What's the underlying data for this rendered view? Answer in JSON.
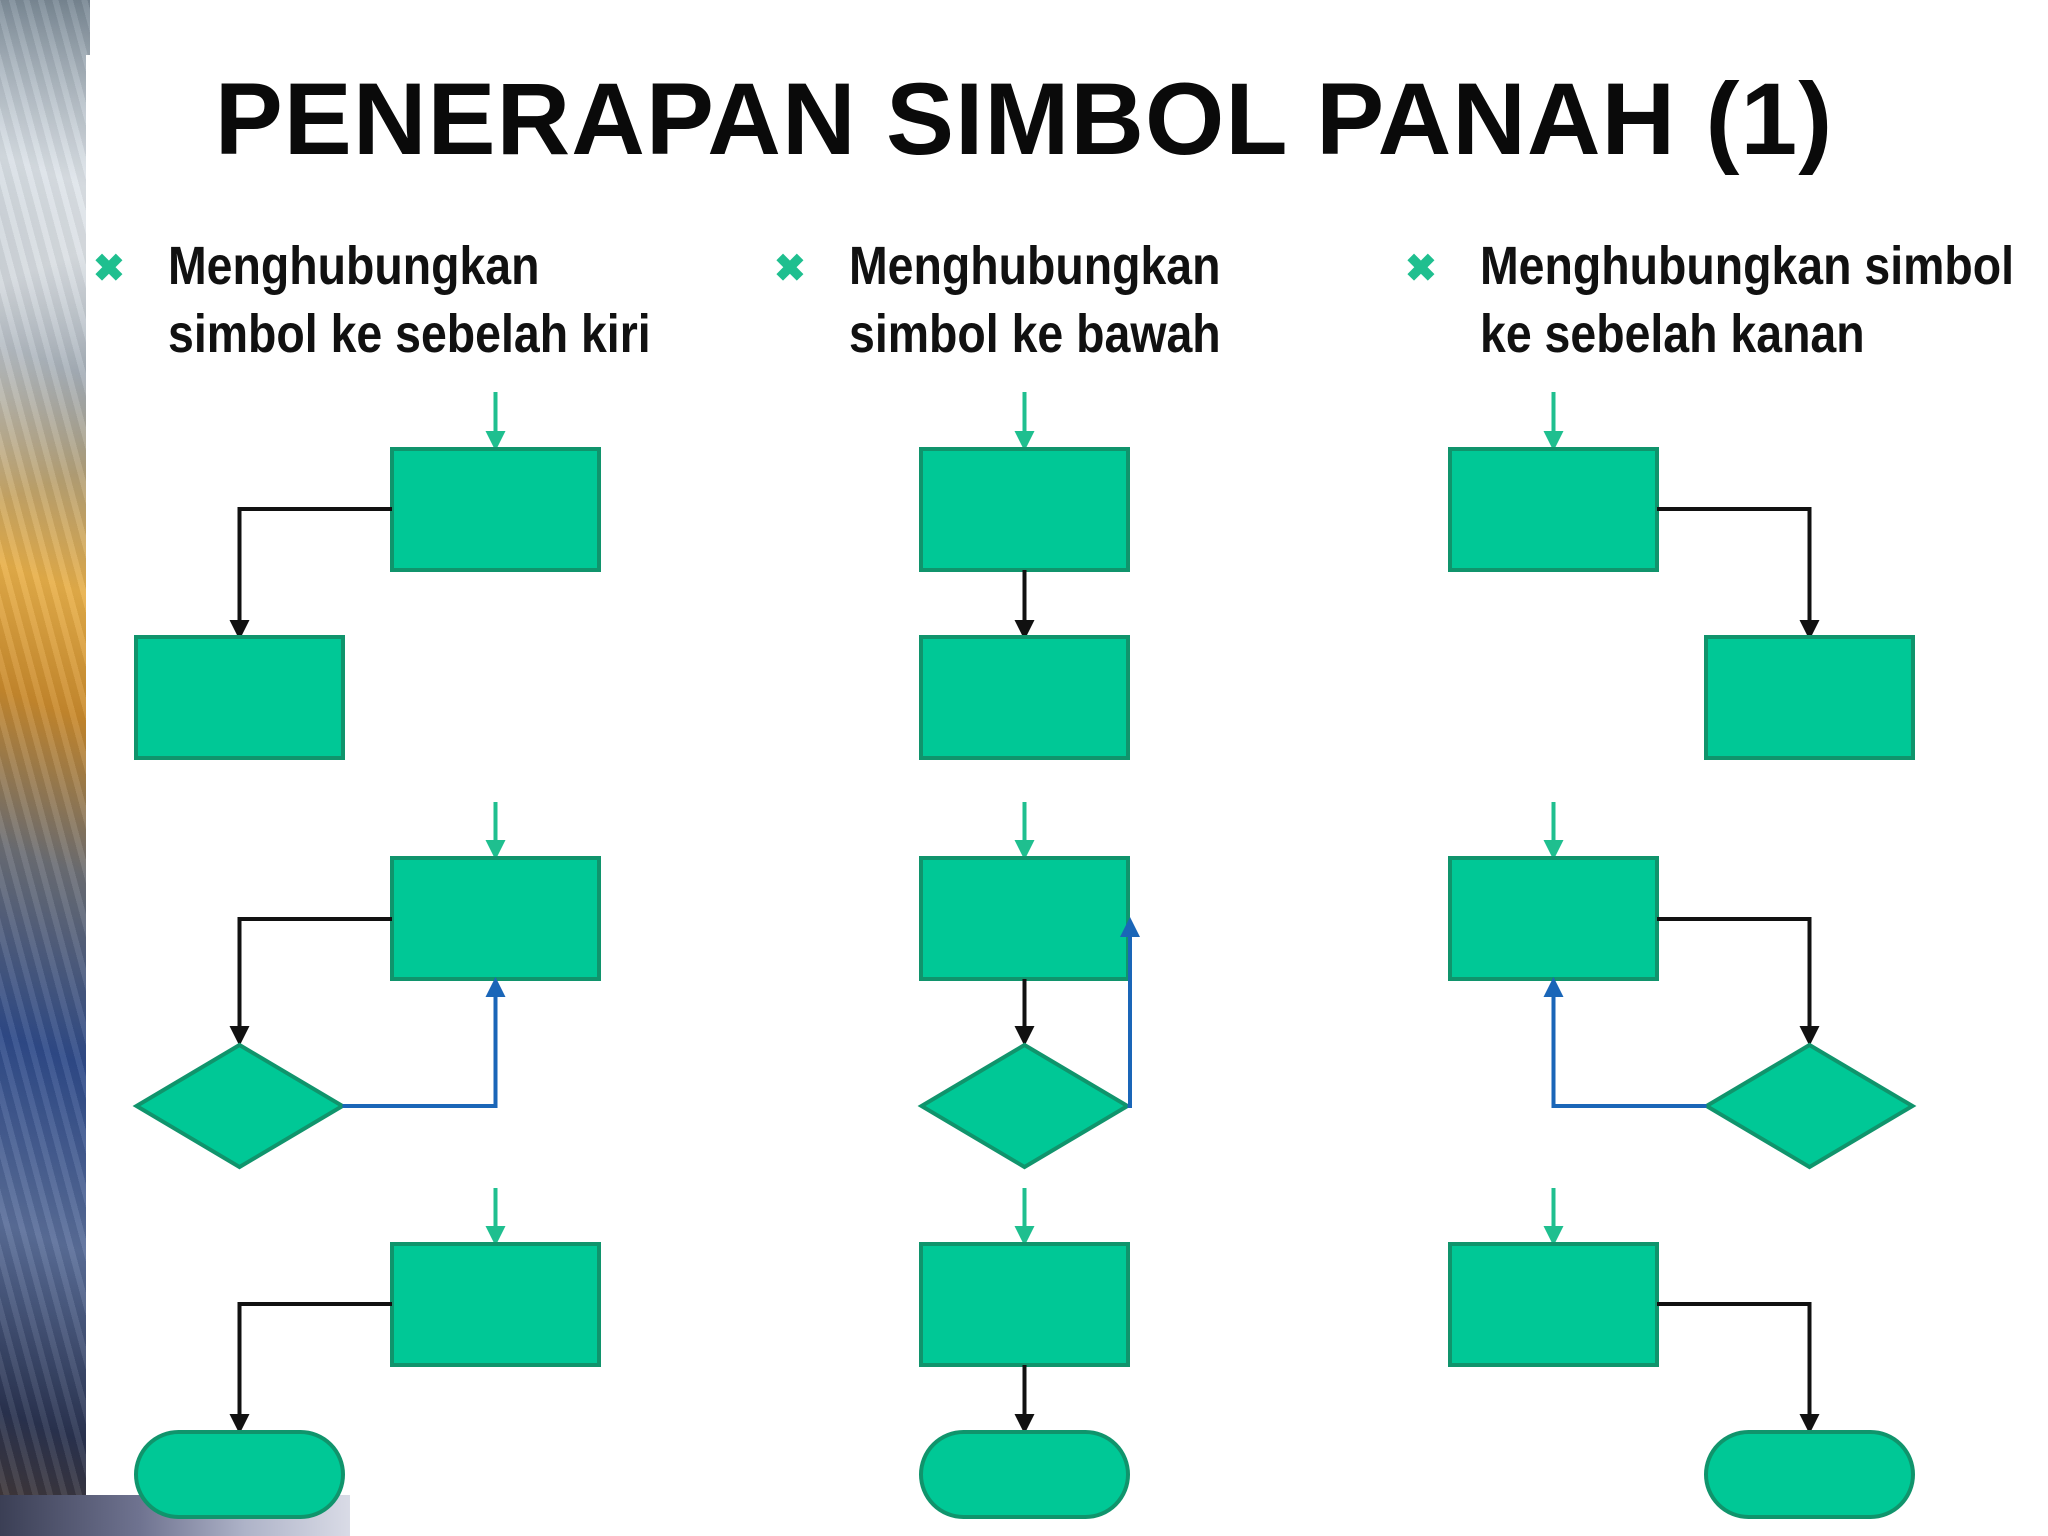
{
  "slide": {
    "title": "PENERAPAN SIMBOL PANAH (1)"
  },
  "columns": [
    {
      "id": "left",
      "line1": "Menghubungkan",
      "line2": "simbol ke sebelah kiri"
    },
    {
      "id": "down",
      "line1": "Menghubungkan",
      "line2": "simbol ke bawah"
    },
    {
      "id": "right",
      "line1": "Menghubungkan simbol",
      "line2": "ke sebelah kanan"
    }
  ],
  "colors": {
    "shape_fill": "#00c896",
    "shape_stroke": "#10946c",
    "entry_arrow": "#1fbf8f",
    "connector": "#111111",
    "loop_arrow": "#1a66b8",
    "bullet": "#1fbf8f"
  }
}
